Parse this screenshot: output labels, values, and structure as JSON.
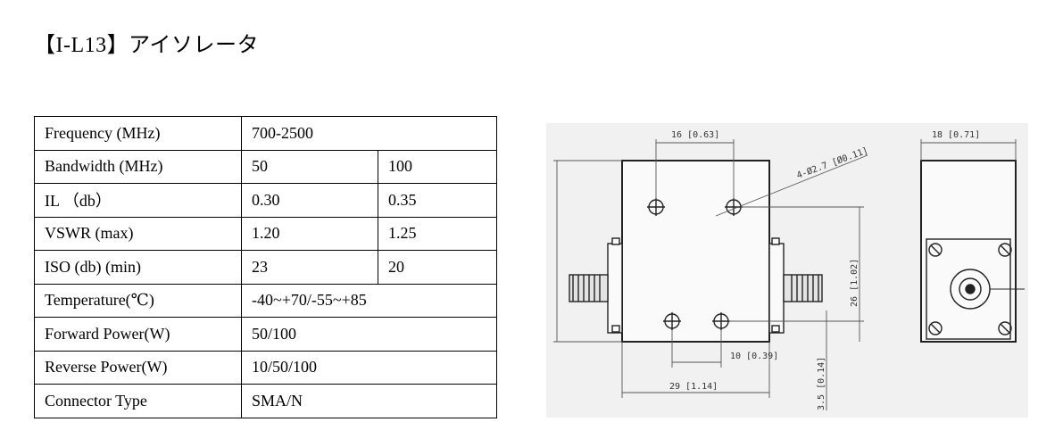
{
  "title": "【I-L13】アイソレータ",
  "specs": {
    "frequency": {
      "label": "Frequency (MHz)",
      "value": "700-2500"
    },
    "bandwidth": {
      "label": "Bandwidth (MHz)",
      "values": [
        "50",
        "100"
      ]
    },
    "il": {
      "label": "IL （db）",
      "values": [
        "0.30",
        "0.35"
      ]
    },
    "vswr": {
      "label": "VSWR (max)",
      "values": [
        "1.20",
        "1.25"
      ]
    },
    "iso": {
      "label": "ISO (db) (min)",
      "values": [
        "23",
        "20"
      ]
    },
    "temperature": {
      "label": "Temperature(℃)",
      "value": "-40~+70/-55~+85"
    },
    "forward_power": {
      "label": "Forward Power(W)",
      "value": "50/100"
    },
    "reverse_power": {
      "label": "Reverse Power(W)",
      "value": "10/50/100"
    },
    "connector": {
      "label": "Connector Type",
      "value": "SMA/N"
    }
  },
  "drawing": {
    "dim_top_holes": "16 [0.63]",
    "dim_holes_note": "4-Ø2.7 [Ø0.11]",
    "dim_side_width": "18 [0.71]",
    "dim_vertical_holes": "26 [1.02]",
    "dim_bottom_holes": "10 [0.39]",
    "dim_body_width": "29 [1.14]",
    "dim_offset": "3.5 [0.14]"
  }
}
